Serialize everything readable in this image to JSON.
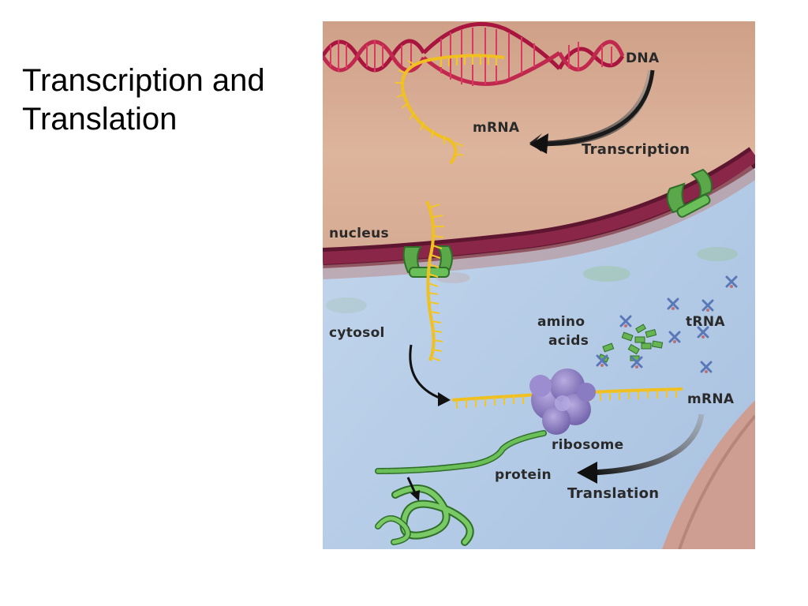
{
  "slide": {
    "title_line1": "Transcription and",
    "title_line2": "Translation"
  },
  "figure": {
    "labels": {
      "dna": "DNA",
      "mrna_top": "mRNA",
      "transcription": "Transcription",
      "nucleus": "nucleus",
      "cytosol": "cytosol",
      "amino": "amino",
      "acids": "acids",
      "trna": "tRNA",
      "mrna_bottom": "mRNA",
      "ribosome": "ribosome",
      "protein": "protein",
      "translation": "Translation"
    },
    "colors": {
      "nucleoplasm": "#d4a98f",
      "cytosol": "#bcd2ea",
      "nuclear_envelope": "#7a1d3c",
      "dna": "#a8153e",
      "mrna": "#f0c020",
      "pore_and_protein": "#5aa84a",
      "ribosome": "#8d7cc0",
      "trna": "#5a78b8"
    }
  }
}
